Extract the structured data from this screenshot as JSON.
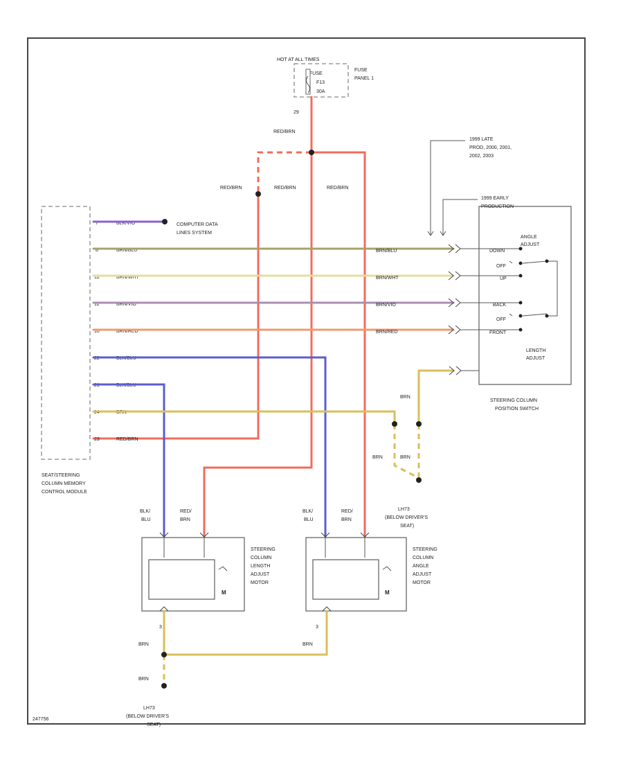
{
  "colors": {
    "red_brn": "#f26b5b",
    "brn_blu": "#a8a06a",
    "brn_wht": "#e6dca2",
    "brn_vio": "#a98fb0",
    "brn_red": "#ee9a6e",
    "blk_blu": "#5c5ccf",
    "blk_vio": "#8a60d2",
    "brn": "#d8bf5a",
    "frame": "#444444"
  },
  "fuse": {
    "hot": "HOT AT ALL TIMES",
    "fuse": "FUSE",
    "f_id": "F13",
    "amps": "30A",
    "panel_1": "FUSE",
    "panel_2": "PANEL 1",
    "pin": "29",
    "wire": "RED/BRN"
  },
  "splice_labels": {
    "a": "RED/BRN",
    "b": "RED/BRN",
    "c": "RED/BRN"
  },
  "module": {
    "line1": "SEAT/STEERING",
    "line2": "COLUMN MEMORY",
    "line3": "CONTROL MODULE",
    "computer1": "COMPUTER DATA",
    "computer2": "LINES SYSTEM",
    "pins": [
      {
        "pin": "7",
        "wire": "BLK/VIO"
      },
      {
        "pin": "8",
        "wire": "BRN/BLU"
      },
      {
        "pin": "12",
        "wire": "BRN/WHT"
      },
      {
        "pin": "11",
        "wire": "BRN/VIO"
      },
      {
        "pin": "10",
        "wire": "BRN/RED"
      },
      {
        "pin": "22",
        "wire": "BLK/BLU"
      },
      {
        "pin": "21",
        "wire": "BLK/BLU"
      },
      {
        "pin": "24",
        "wire": "BRN"
      },
      {
        "pin": "23",
        "wire": "RED/BRN"
      }
    ]
  },
  "switch": {
    "note_late1": "1999 LATE",
    "note_late2": "PROD, 2000, 2001,",
    "note_late3": "2002, 2003",
    "note_early1": "1999 EARLY",
    "note_early2": "PRODUCTION",
    "angle1": "ANGLE",
    "angle2": "ADJUST",
    "down": "DOWN",
    "off1": "OFF",
    "up": "UP",
    "back": "BACK",
    "off2": "OFF",
    "front": "FRONT",
    "length1": "LENGTH",
    "length2": "ADJUST",
    "title1": "STEERING COLUMN",
    "title2": "POSITION SWITCH",
    "wires": [
      "BRN/BLU",
      "BRN/WHT",
      "BRN/VIO",
      "BRN/RED"
    ],
    "brn": "BRN"
  },
  "ground_mid": {
    "brn1": "BRN",
    "brn2": "BRN",
    "g1": "LH73",
    "g2": "(BELOW DRIVER'S",
    "g3": "SEAT)"
  },
  "motor_length": {
    "w1a": "BLK/",
    "w1b": "BLU",
    "w2a": "RED/",
    "w2b": "BRN",
    "t1": "STEERING",
    "t2": "COLUMN",
    "t3": "LENGTH",
    "t4": "ADJUST",
    "t5": "MOTOR",
    "m": "M",
    "pin": "3",
    "brn": "BRN"
  },
  "motor_angle": {
    "w1a": "BLK/",
    "w1b": "BLU",
    "w2a": "RED/",
    "w2b": "BRN",
    "t1": "STEERING",
    "t2": "COLUMN",
    "t3": "ANGLE",
    "t4": "ADJUST",
    "t5": "MOTOR",
    "m": "M",
    "pin": "3",
    "brn": "BRN"
  },
  "ground_bottom": {
    "brn": "BRN",
    "g1": "LH73",
    "g2": "(BELOW DRIVER'S",
    "g3": "SEAT)"
  },
  "figure_id": "247756"
}
